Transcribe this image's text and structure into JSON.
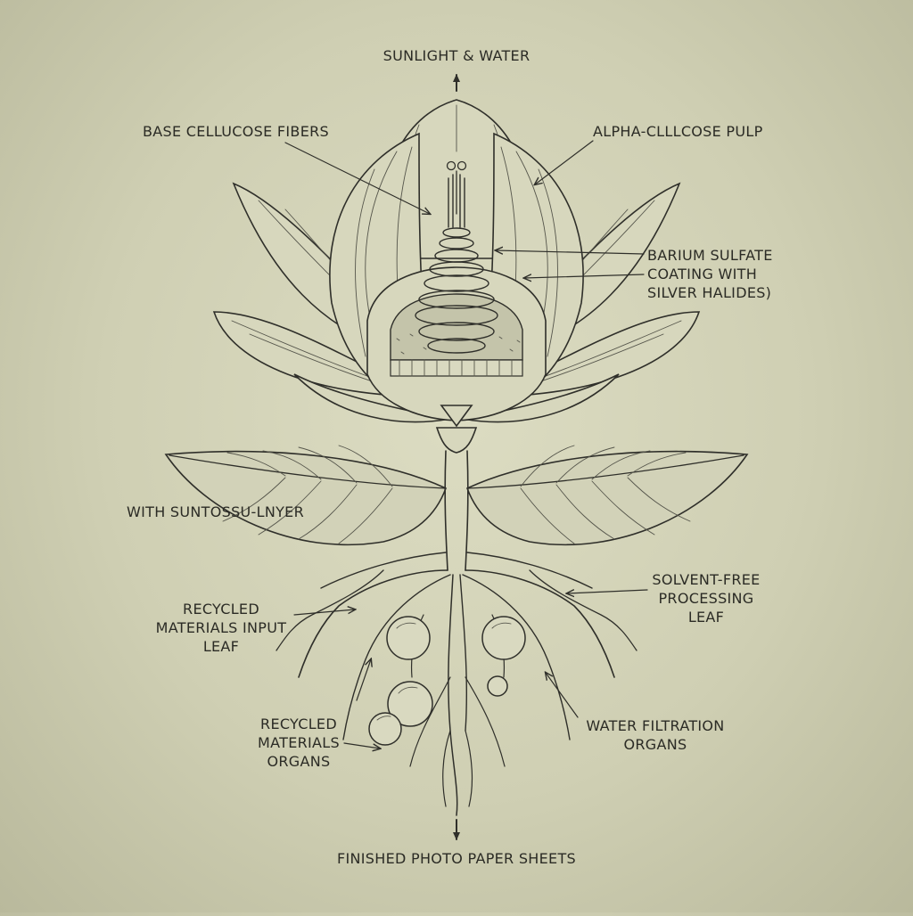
{
  "diagram": {
    "top_label": "SUNLIGHT & WATER",
    "bottom_label": "FINISHED PHOTO PAPER SHEETS",
    "labels": {
      "base_cellulose": "BASE CELLUCOSE FIBERS",
      "alpha_cellulose": "ALPHA-CLLLCOSE PULP",
      "barium_sulfate": "BARIUM SULFATE\nCOATING WITH\nSILVER HALIDES)",
      "suntossu": "WITH SUNTOSSU-LNYER",
      "recycled_leaf": "RECYCLED\nMATERIALS INPUT\nLEAF",
      "solvent_free": "SOLVENT-FREE\nPROCESSING\nLEAF",
      "recycled_organs": "RECYCLED\nMATERIALS\nORGANS",
      "water_filtration": "WATER FILTRATION\nORGANS"
    }
  }
}
